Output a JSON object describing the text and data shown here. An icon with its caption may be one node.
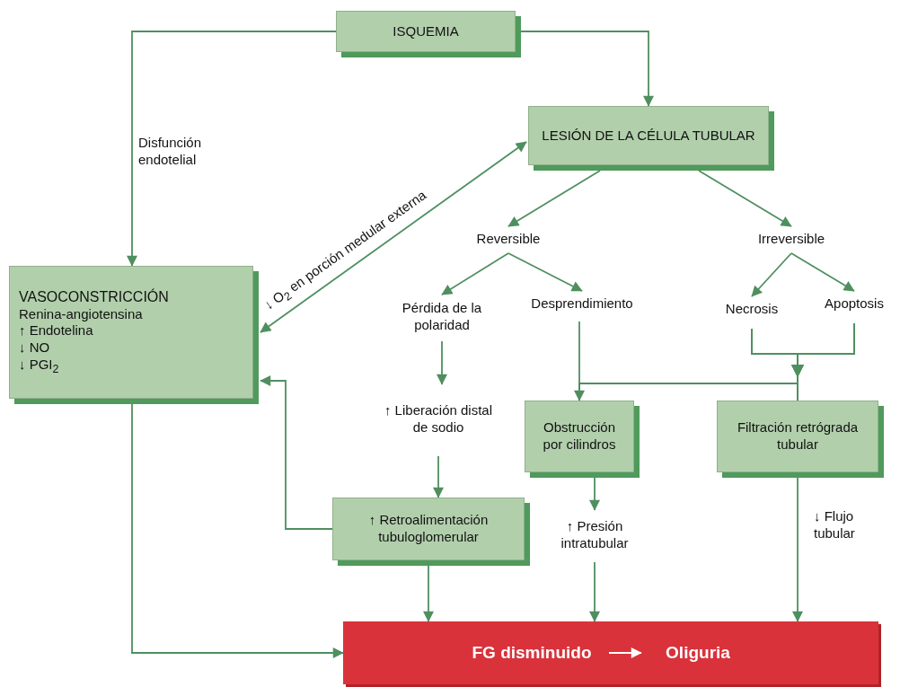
{
  "diagram": {
    "nodes": [
      {
        "text": [
          "ISQUEMIA"
        ]
      },
      {
        "text": [
          "LESIÓN DE LA CÉLULA TUBULAR"
        ]
      },
      {
        "text": [
          "VASOCONSTRICCIÓN",
          "Renina-angiotensina",
          "↑ Endotelina",
          "↓ NO",
          "↓ PGI$_{2}$"
        ]
      },
      {
        "text": [
          "Reversible"
        ]
      },
      {
        "text": [
          "Irreversible"
        ]
      },
      {
        "text": [
          "Pérdida de la polaridad"
        ]
      },
      {
        "text": [
          "Desprendimiento"
        ]
      },
      {
        "text": [
          "Necrosis"
        ]
      },
      {
        "text": [
          "Apoptosis"
        ]
      },
      {
        "text": [
          "↑ Liberación distal de sodio"
        ]
      },
      {
        "text": [
          "Obstrucción por cilindros"
        ]
      },
      {
        "text": [
          "Filtración retrógrada tubular"
        ]
      },
      {
        "text": [
          "↑ Retroalimentación tubuloglomerular"
        ]
      },
      {
        "text": [
          "↑ Presión intratubular"
        ]
      },
      {
        "text": [],
        "shape": "box"
      },
      {
        "text": [
          "FG disminuido"
        ],
        "in": 14
      },
      {
        "text": [
          "Oliguria"
        ],
        "in": 14
      }
    ],
    "edges": [
      {
        "from": 0,
        "to": 2,
        "arrow": "to",
        "label": "Disfunción endotelial"
      },
      {
        "from": 0,
        "to": 1,
        "arrow": "to"
      },
      {
        "from": 1,
        "to": 2,
        "arrow": "both",
        "label": "↓ O$_{2}$ en porción medular externa"
      },
      {
        "from": 1,
        "to": 3,
        "arrow": "to"
      },
      {
        "from": 1,
        "to": 4,
        "arrow": "to"
      },
      {
        "from": 3,
        "to": 5,
        "arrow": "to"
      },
      {
        "from": 3,
        "to": 6,
        "arrow": "to"
      },
      {
        "from": 4,
        "to": 7,
        "arrow": "to"
      },
      {
        "from": 4,
        "to": 8,
        "arrow": "to"
      },
      {
        "from": 5,
        "to": 9,
        "arrow": "to"
      },
      {
        "from": 9,
        "to": 12,
        "arrow": "to"
      },
      {
        "from": 6,
        "to": 10,
        "arrow": "to"
      },
      {
        "from": 7,
        "to": 10,
        "arrow": "to"
      },
      {
        "from": 8,
        "to": 10,
        "arrow": "to"
      },
      {
        "from": 7,
        "to": 11,
        "arrow": "to"
      },
      {
        "from": 8,
        "to": 11,
        "arrow": "to"
      },
      {
        "from": 10,
        "to": 13,
        "arrow": "to"
      },
      {
        "from": 13,
        "to": 14,
        "arrow": "to"
      },
      {
        "from": 11,
        "to": 14,
        "arrow": "to",
        "label": "↓ Flujo tubular"
      },
      {
        "from": 12,
        "to": 14,
        "arrow": "to"
      },
      {
        "from": 12,
        "to": 2,
        "arrow": "to"
      },
      {
        "from": 2,
        "to": 14,
        "arrow": "to"
      },
      {
        "from": 15,
        "to": 16,
        "arrow": "to",
        "color": "#ffffff"
      }
    ]
  }
}
